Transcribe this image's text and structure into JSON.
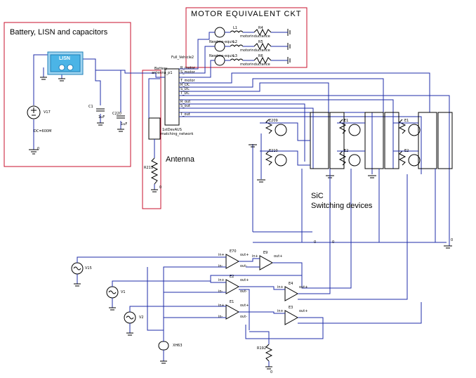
{
  "colors": {
    "wire": "#1f2ea8",
    "annotation": "#c8102e",
    "component": "#000000",
    "lisn": "#2a9fd6"
  },
  "annotations": {
    "battery_title": "Battery, LISN and capacitors",
    "motor_title": "MOTOR EQUIVALENT CKT",
    "antenna_title": "Antenna",
    "sic_title_line1": "SiC",
    "sic_title_line2": "Switching devices"
  },
  "components": {
    "lisn_label": "LISN",
    "v17": "V17",
    "v17_value": "DC=600M",
    "c1": "C1",
    "c1_value": "1uF",
    "c220": "C220",
    "c220_value": "1uF",
    "full_vehicle": "Full_Vehicle2",
    "battery_pin": "Battery",
    "antenna_pin": "antenna_p1",
    "ports": [
      "R_motor",
      "S_motor",
      "T_motor",
      "R_DC",
      "S_DC",
      "T_DC",
      "R_out",
      "S_out",
      "T_out"
    ],
    "matching_name": "1stDevAUS",
    "matching_sub": "matching_network",
    "r211": "R211",
    "motor_l": [
      "L1",
      "L2",
      "L3"
    ],
    "motor_r": [
      "R4",
      "R5",
      "R6"
    ],
    "motor_src": "Newlmo-equiv",
    "motor_inductance": "motorinductance",
    "sources": [
      "V15",
      "V1",
      "V2"
    ],
    "pulse_src": "XH63",
    "r192": "R192",
    "opamps": [
      "E70",
      "E2",
      "E1",
      "E9",
      "E4",
      "E3"
    ],
    "switch_labels": [
      "E209",
      "E210",
      "E1",
      "E2",
      "E1",
      "E2"
    ],
    "pin_in_plus": "in+",
    "pin_in_minus": "in-",
    "pin_out_plus": "out+",
    "pin_out_minus": "out-",
    "gnd": "0"
  }
}
